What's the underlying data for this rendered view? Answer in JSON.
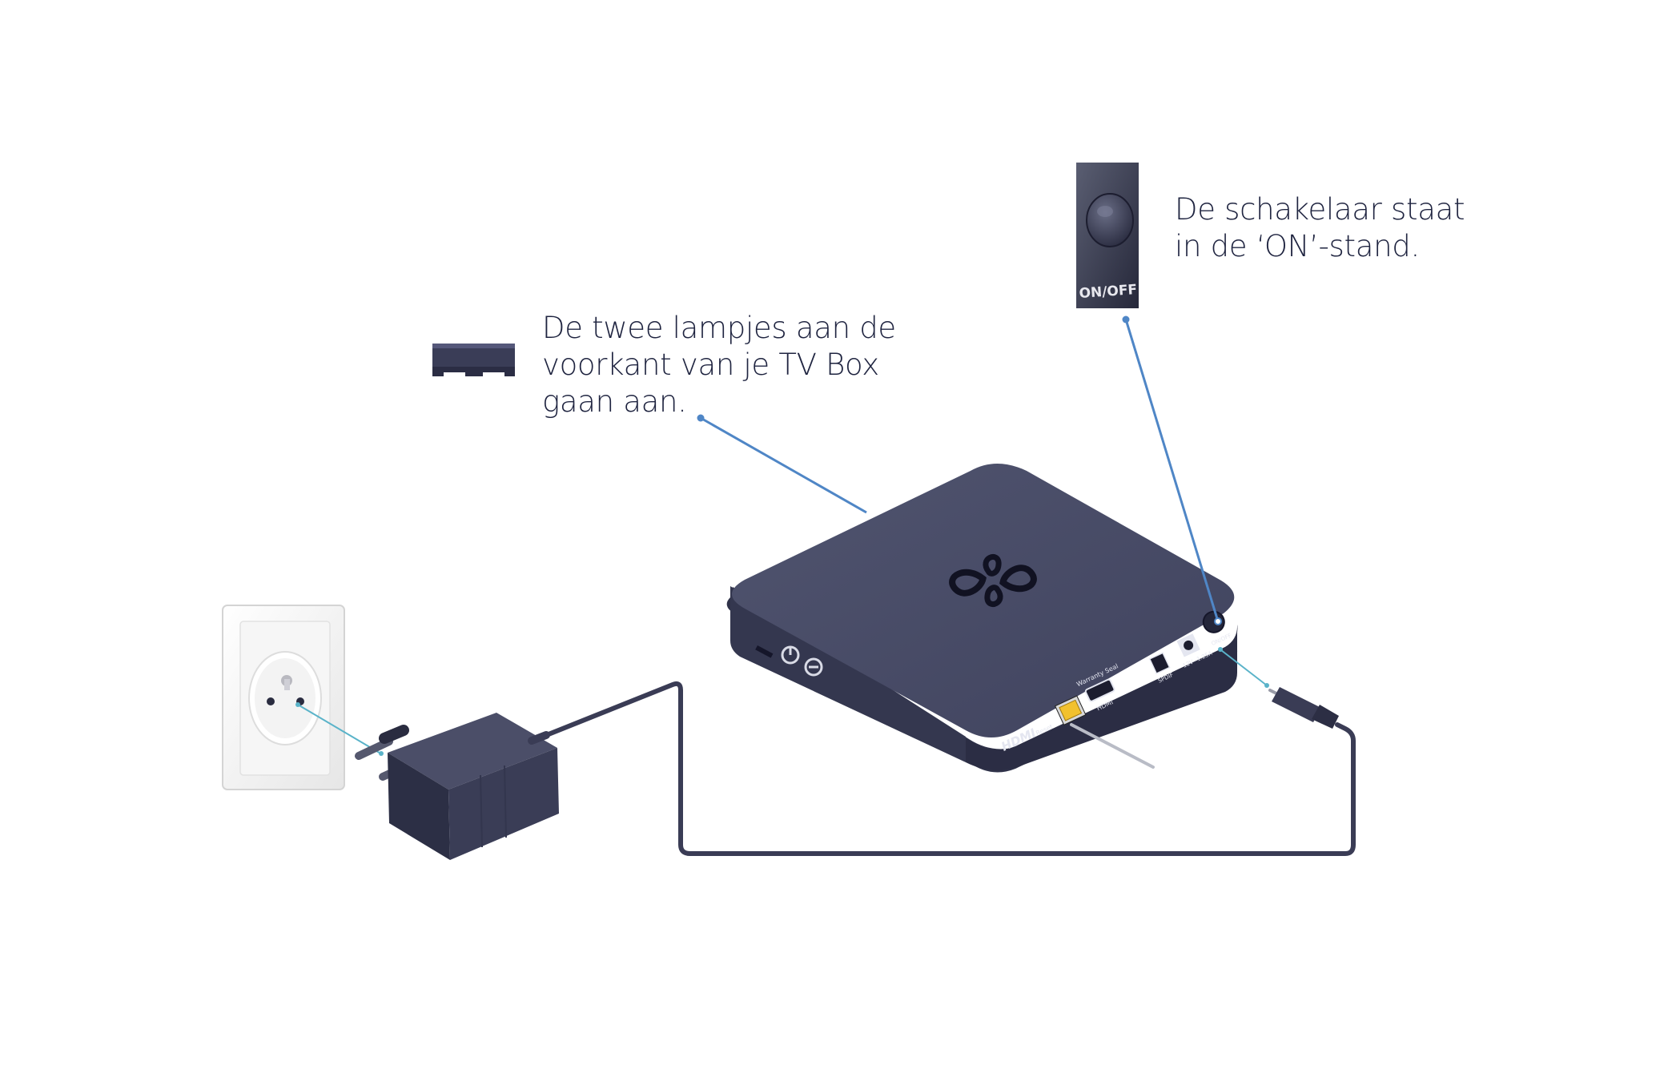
{
  "captions": {
    "leds": "De twee lampjes aan de\nvoorkant van je TV Box\ngaan aan.",
    "switch": "De schakelaar staat\nin de ‘ON’-stand."
  },
  "device_labels": {
    "hdmi_logo": "HDMI",
    "reset": "Reset",
    "warranty_seal": "Warranty Seal",
    "hdmi_port": "HDMI",
    "spdif": "SPDIF",
    "power_rating": "12V⎓1.25A",
    "on_off": "ON/OFF",
    "switch_inset_label": "ON/OFF"
  },
  "colors": {
    "device": "#474a66",
    "device_dark": "#2f3249",
    "callout_line": "#4f86c6",
    "cable": "#3a3c55",
    "ethernet_plug": "#f2c12e"
  },
  "icons": {
    "brand_logo": "knot-logo-icon",
    "power_button": "power-icon",
    "led_panel": "led-indicator-icon"
  }
}
